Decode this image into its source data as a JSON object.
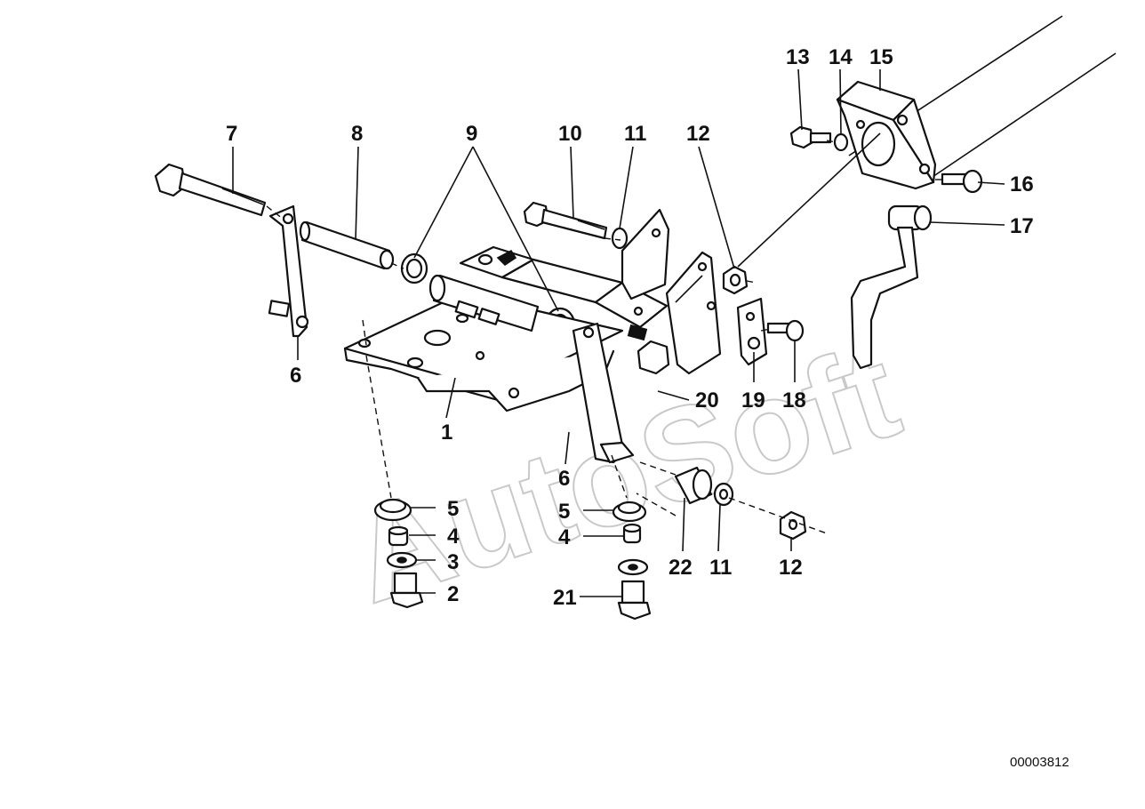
{
  "reference_number": "00003812",
  "watermark": "AutoSoft",
  "callouts": {
    "c1": "1",
    "c2": "2",
    "c3": "3",
    "c4a": "4",
    "c4b": "4",
    "c5a": "5",
    "c5b": "5",
    "c6a": "6",
    "c6b": "6",
    "c7": "7",
    "c8": "8",
    "c9": "9",
    "c10": "10",
    "c11a": "11",
    "c11b": "11",
    "c12a": "12",
    "c12b": "12",
    "c13": "13",
    "c14": "14",
    "c15": "15",
    "c16": "16",
    "c17": "17",
    "c18": "18",
    "c19": "19",
    "c20": "20",
    "c21": "21",
    "c22": "22"
  },
  "colors": {
    "ink": "#111111",
    "watermark": "#c9c9c9",
    "background": "#ffffff"
  }
}
